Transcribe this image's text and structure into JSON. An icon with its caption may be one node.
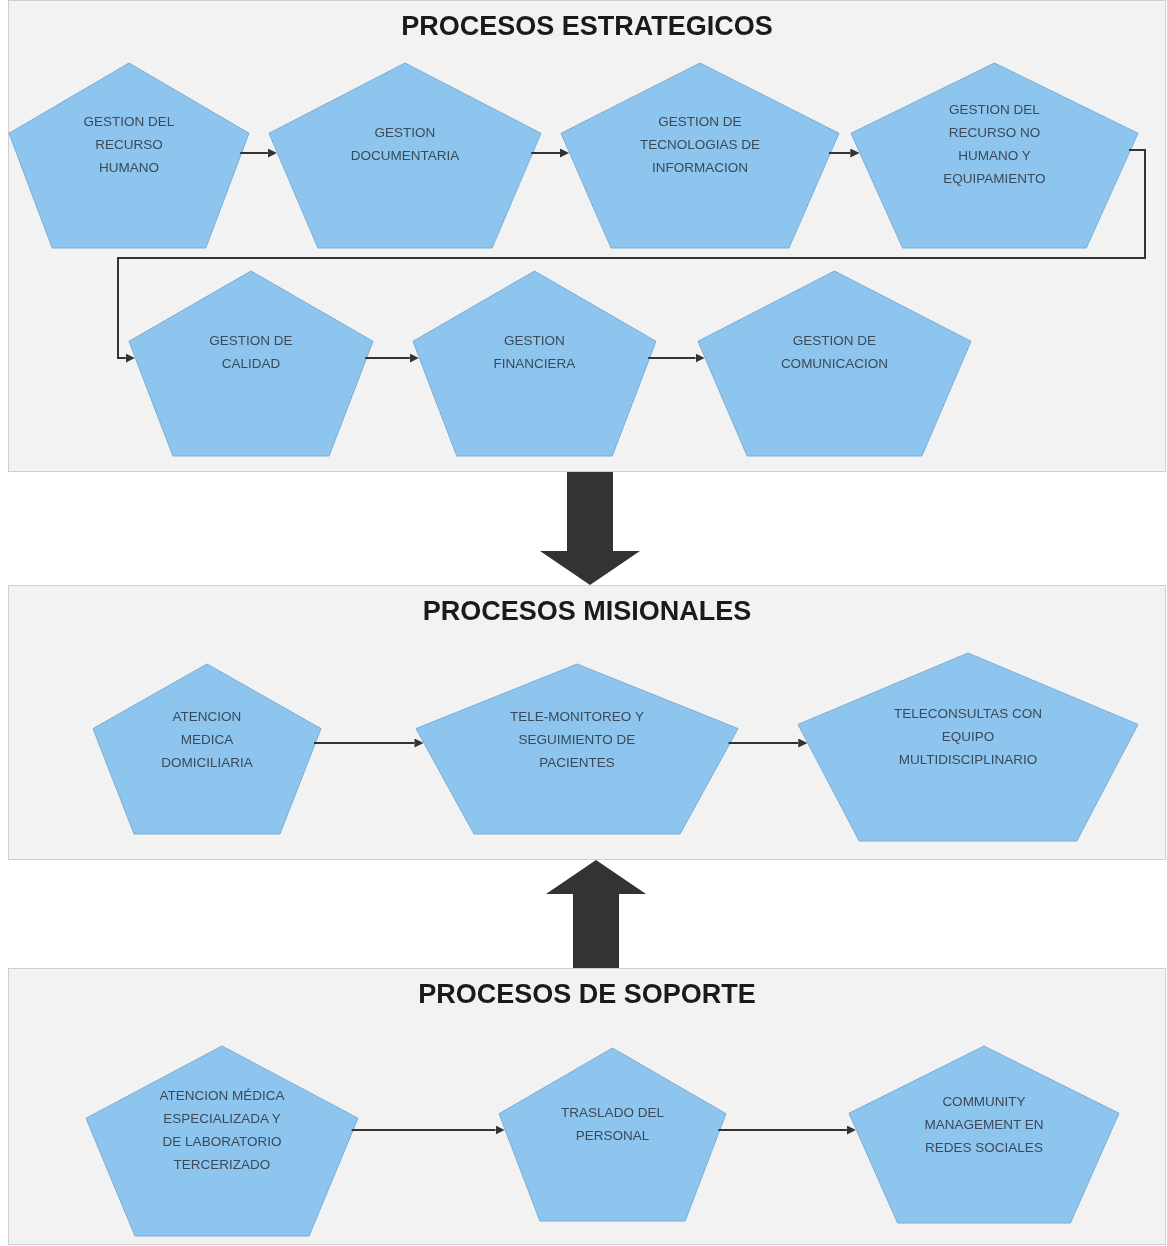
{
  "diagram": {
    "nodes": [
      {
        "text": [
          "PROCESOS ESTRATEGICOS"
        ]
      },
      {
        "text": [
          "GESTION DEL RECURSO HUMANO"
        ],
        "in": 0
      },
      {
        "text": [
          "GESTION DOCUMENTARIA"
        ],
        "in": 0
      },
      {
        "text": [
          "GESTION DE TECNOLOGIAS DE INFORMACION"
        ],
        "in": 0
      },
      {
        "text": [
          "GESTION DEL RECURSO NO HUMANO Y EQUIPAMIENTO"
        ],
        "in": 0
      },
      {
        "text": [
          "GESTION DE CALIDAD"
        ],
        "in": 0
      },
      {
        "text": [
          "GESTION FINANCIERA"
        ],
        "in": 0
      },
      {
        "text": [
          "GESTION DE COMUNICACION"
        ],
        "in": 0
      },
      {
        "text": [
          "PROCESOS MISIONALES"
        ]
      },
      {
        "text": [
          "ATENCION MEDICA DOMICILIARIA"
        ],
        "in": 8
      },
      {
        "text": [
          "TELE-MONITOREO Y SEGUIMIENTO DE PACIENTES"
        ],
        "in": 8
      },
      {
        "text": [
          "TELECONSULTAS CON EQUIPO MULTIDISCIPLINARIO"
        ],
        "in": 8
      },
      {
        "text": [
          "PROCESOS DE SOPORTE"
        ]
      },
      {
        "text": [
          "ATENCION MÉDICA ESPECIALIZADA Y DE LABORATORIO TERCERIZADO"
        ],
        "in": 12
      },
      {
        "text": [
          "TRASLADO DEL PERSONAL"
        ],
        "in": 12
      },
      {
        "text": [
          "COMMUNITY MANAGEMENT EN REDES SOCIALES"
        ],
        "in": 12
      }
    ],
    "edges": [
      {
        "from": 1,
        "to": 2,
        "arrow": "to"
      },
      {
        "from": 2,
        "to": 3,
        "arrow": "to"
      },
      {
        "from": 3,
        "to": 4,
        "arrow": "to"
      },
      {
        "from": 4,
        "to": 5,
        "arrow": "to"
      },
      {
        "from": 5,
        "to": 6,
        "arrow": "to"
      },
      {
        "from": 6,
        "to": 7,
        "arrow": "to"
      },
      {
        "from": 0,
        "to": 8,
        "arrow": "to",
        "style": "thick"
      },
      {
        "from": 9,
        "to": 10,
        "arrow": "to"
      },
      {
        "from": 10,
        "to": 11,
        "arrow": "to"
      },
      {
        "from": 12,
        "to": 8,
        "arrow": "to",
        "style": "thick"
      },
      {
        "from": 13,
        "to": 14,
        "arrow": "to"
      },
      {
        "from": 14,
        "to": 15,
        "arrow": "to"
      }
    ]
  }
}
